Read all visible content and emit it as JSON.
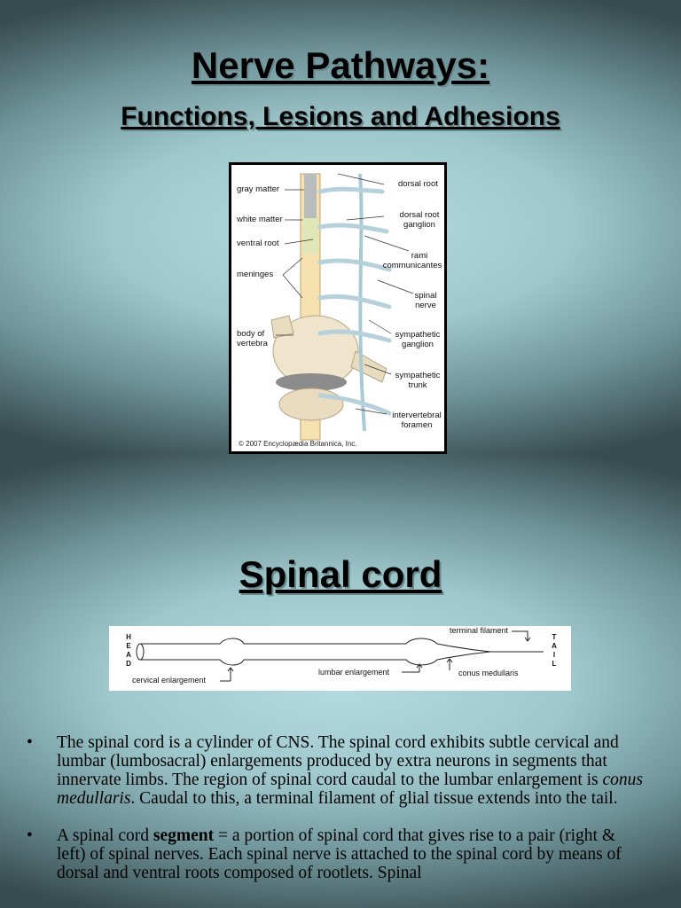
{
  "slide1": {
    "title": "Nerve Pathways:",
    "subtitle": "Functions, Lesions and Adhesions",
    "figure": {
      "left_labels": [
        "gray matter",
        "white matter",
        "ventral root",
        "meninges",
        "body of",
        "vertebra"
      ],
      "right_labels": [
        "dorsal root",
        "dorsal root",
        "ganglion",
        "rami",
        "communicantes",
        "spinal",
        "nerve",
        "sympathetic",
        "ganglion",
        "sympathetic",
        "trunk",
        "intervertebral",
        "foramen"
      ],
      "copyright": "© 2007 Encyclopædia Britannica, Inc."
    }
  },
  "slide2": {
    "title": "Spinal cord",
    "diagram": {
      "head": [
        "H",
        "E",
        "A",
        "D"
      ],
      "tail": [
        "T",
        "A",
        "I",
        "L"
      ],
      "terminal_filament": "terminal filament",
      "cervical_enlargement": "cervical enlargement",
      "lumbar_enlargement": "lumbar enlargement",
      "conus_medullaris": "conus medullaris"
    },
    "bullet1": {
      "a": "The spinal cord is a cylinder of CNS. The spinal cord exhibits subtle cervical and lumbar (lumbosacral) enlargements produced by extra neurons in segments that innervate limbs. The region of spinal cord caudal to the lumbar enlargement is ",
      "em1": "conus medullaris",
      "b": ". Caudal to this, a terminal filament of glial tissue extends into the tail."
    },
    "bullet2": {
      "a": "A spinal cord ",
      "strong": "segment",
      "b": " = a portion of spinal cord that gives rise to a pair (right & left) of spinal nerves. Each spinal nerve is attached to the spinal cord by means of dorsal and ventral roots composed of rootlets. Spinal"
    },
    "bullet_char": "•"
  }
}
